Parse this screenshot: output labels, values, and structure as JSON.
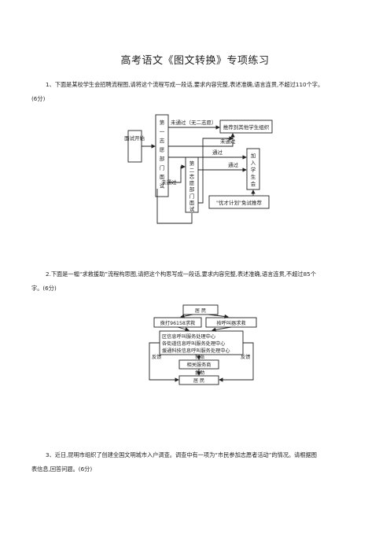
{
  "title": "高考语文《图文转换》专项练习",
  "q1": {
    "line1": "1、下面是某校学生会招聘流程图,请将这个流程写成一段话,要求内容完整,表述准确,语言连贯,不超过110个字。",
    "line2": "(6分)"
  },
  "flow1": {
    "start": "面试开始",
    "first": "第一志愿部门面试",
    "second": "第二志愿部门面试",
    "recommend": "推荐到其他学生组织",
    "join": "加入学生会",
    "plan": "\"优才计划\"免试推荐",
    "fail_none": "未通过（无二志愿）",
    "fail1": "未通过",
    "pass1": "通过",
    "pass2": "通过",
    "fail2": "未通过"
  },
  "q2": {
    "line1": "2.下面是一幅“求救援助”流程构思图,请把这个构思写成一段话,要求内容完整,表述准确,语言连贯,不超过85个",
    "line2": "字。(6分)"
  },
  "flow2": {
    "resident_top": "居 民",
    "call_left": "拨打96158求救",
    "call_right": "按呼叫器求救",
    "center_l1": "区信息呼叫服务处理中心",
    "center_l2": "各街道信息呼叫服务处理中心",
    "center_l3": "援通科技信息呼叫服务处理中心",
    "feedback_left": "反馈",
    "feedback_right": "反馈",
    "assign": "指派",
    "service": "相关服务商",
    "help": "援助",
    "resident_bottom": "居 民"
  },
  "q3": {
    "line1": "3、近日,昆明市组织了创建全国文明城市入户调查。调查中有一项为“市民参加志愿者活动”的情况。请根据图",
    "line2": "表信息,回答问题。(6分)"
  }
}
